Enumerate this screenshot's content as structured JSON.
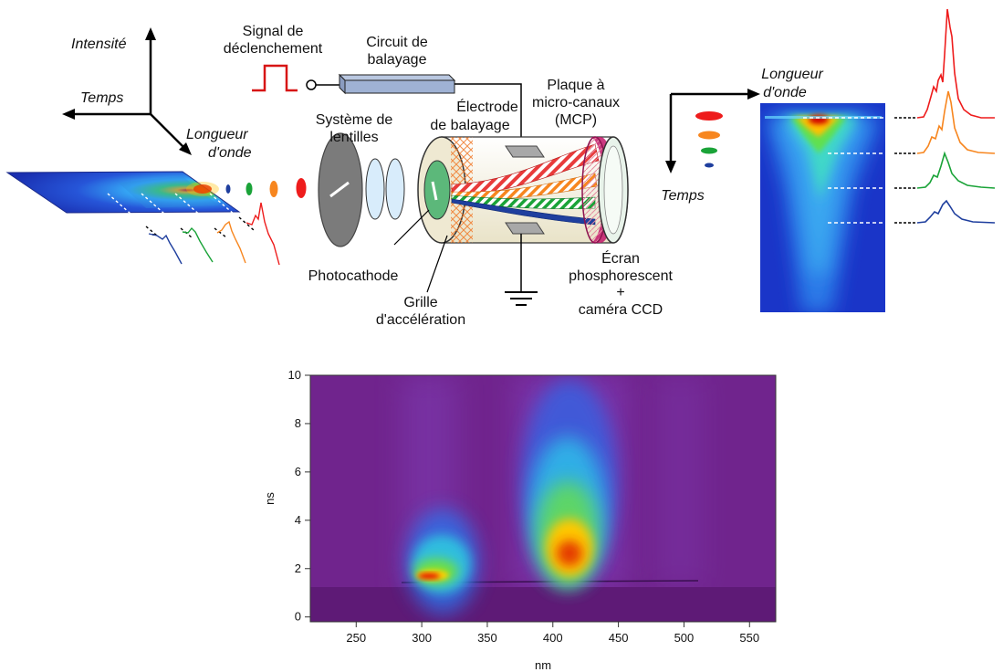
{
  "diagram": {
    "axes3d": {
      "intensity": "Intensité",
      "time": "Temps",
      "wavelength_line1": "Longueur",
      "wavelength_line2": "d'onde"
    },
    "trigger_line1": "Signal de",
    "trigger_line2": "déclenchement",
    "sweep_circuit_line1": "Circuit de",
    "sweep_circuit_line2": "balayage",
    "lens_system_line1": "Système de",
    "lens_system_line2": "lentilles",
    "sweep_electrode_line1": "Électrode",
    "sweep_electrode_line2": "de balayage",
    "mcp_line1": "Plaque à",
    "mcp_line2": "micro-canaux",
    "mcp_line3": "(MCP)",
    "photocathode": "Photocathode",
    "grid_line1": "Grille",
    "grid_line2": "d'accélération",
    "screen_line1": "Écran",
    "screen_line2": "phosphorescent",
    "screen_line3": "+",
    "screen_line4": "caméra CCD",
    "image_wavelength_line1": "Longueur",
    "image_wavelength_line2": "d'onde",
    "image_time": "Temps",
    "colors": {
      "red": "#ee1c1c",
      "orange": "#f7861f",
      "green": "#1aa338",
      "blue": "#1f3f9e"
    }
  },
  "chart_data": {
    "type": "heatmap",
    "xlabel": "nm",
    "ylabel": "ns",
    "xlim": [
      215,
      570
    ],
    "ylim": [
      -0.2,
      10
    ],
    "x_ticks": [
      250,
      300,
      350,
      400,
      450,
      500,
      550
    ],
    "y_ticks": [
      0,
      2,
      4,
      6,
      8,
      10
    ],
    "grid": false,
    "blobs": [
      {
        "center_nm": 312,
        "peak_ns": 1.75,
        "width_nm": 60,
        "extent_ns": [
          1.6,
          4.5
        ],
        "peak_level": "max"
      },
      {
        "center_nm": 413,
        "peak_ns": 2.6,
        "width_nm": 100,
        "extent_ns": [
          1.6,
          10
        ],
        "peak_level": "high"
      }
    ]
  }
}
